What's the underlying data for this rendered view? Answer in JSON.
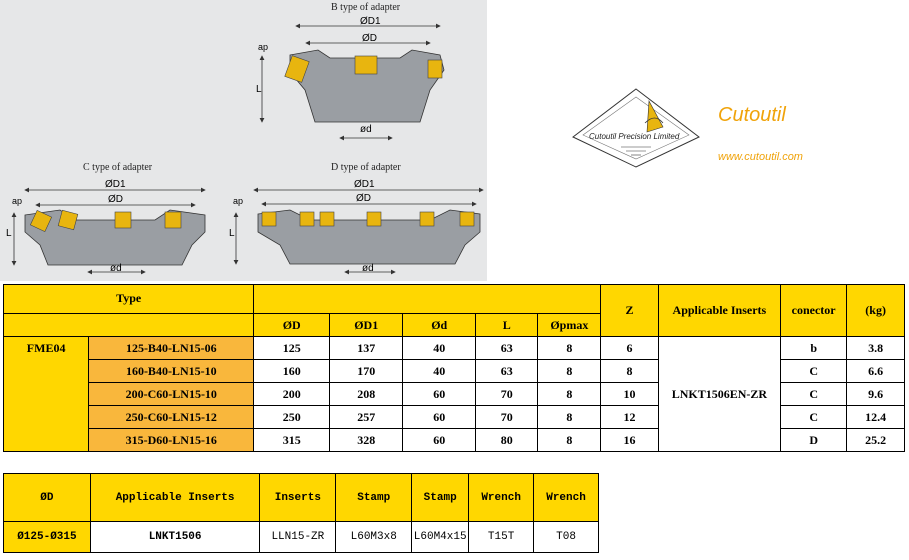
{
  "drawings": {
    "b_caption": "B type of adapter",
    "c_caption": "C type of adapter",
    "d_caption": "D type of adapter",
    "label_D1": "ØD1",
    "label_D": "ØD",
    "label_d": "ød",
    "label_ap": "ap",
    "label_L": "L"
  },
  "brand": {
    "logo_text": "Cutoutil Precision Limited",
    "name": "Cutoutil",
    "url": "www.cutoutil.com",
    "accent_color": "#f0a30a"
  },
  "table_main": {
    "type_header": "Type",
    "col_D": "ØD",
    "col_D1": "ØD1",
    "col_d": "Ød",
    "col_L": "L",
    "col_pmax": "Øpmax",
    "col_Z": "Z",
    "col_inserts": "Applicable Inserts",
    "col_conector": "conector",
    "col_kg": "(kg)",
    "family": "FME04",
    "inserts_value": "LNKT1506EN-ZR",
    "rows": [
      {
        "code": "125-B40-LN15-06",
        "D": "125",
        "D1": "137",
        "d": "40",
        "L": "63",
        "pmax": "8",
        "Z": "6",
        "conector": "b",
        "kg": "3.8"
      },
      {
        "code": "160-B40-LN15-10",
        "D": "160",
        "D1": "170",
        "d": "40",
        "L": "63",
        "pmax": "8",
        "Z": "8",
        "conector": "C",
        "kg": "6.6"
      },
      {
        "code": "200-C60-LN15-10",
        "D": "200",
        "D1": "208",
        "d": "60",
        "L": "70",
        "pmax": "8",
        "Z": "10",
        "conector": "C",
        "kg": "9.6"
      },
      {
        "code": "250-C60-LN15-12",
        "D": "250",
        "D1": "257",
        "d": "60",
        "L": "70",
        "pmax": "8",
        "Z": "12",
        "conector": "C",
        "kg": "12.4"
      },
      {
        "code": "315-D60-LN15-16",
        "D": "315",
        "D1": "328",
        "d": "60",
        "L": "80",
        "pmax": "8",
        "Z": "16",
        "conector": "D",
        "kg": "25.2"
      }
    ]
  },
  "table_parts": {
    "headers": [
      "ØD",
      "Applicable Inserts",
      "Inserts",
      "Stamp",
      "Stamp",
      "Wrench",
      "Wrench"
    ],
    "row": [
      "Ø125-Ø315",
      "LNKT1506",
      "LLN15-ZR",
      "L60M3x8",
      "L60M4x15",
      "T15T",
      "T08"
    ]
  }
}
